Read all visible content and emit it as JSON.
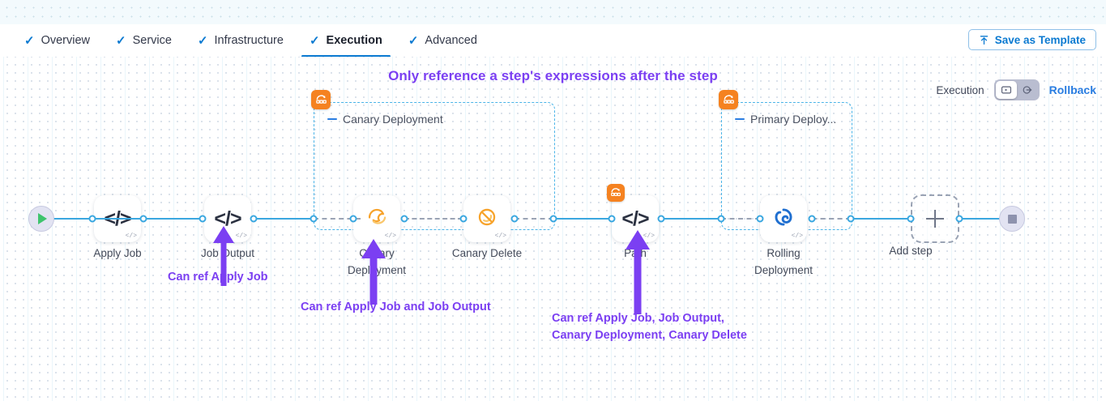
{
  "tabs": [
    {
      "label": "Overview",
      "active": false,
      "check": "✓"
    },
    {
      "label": "Service",
      "active": false,
      "check": "✓"
    },
    {
      "label": "Infrastructure",
      "active": false,
      "check": "✓"
    },
    {
      "label": "Execution",
      "active": true,
      "check": "✓"
    },
    {
      "label": "Advanced",
      "active": false,
      "check": "✓"
    }
  ],
  "toolbar": {
    "save_label": "Save as Template",
    "save_icon": "upload-icon"
  },
  "canvas": {
    "heading": "Only reference a step's expressions after the step",
    "execution_label": "Execution",
    "rollback_label": "Rollback",
    "toggle": {
      "left_icon": "execution-view-icon",
      "right_icon": "rollback-view-icon",
      "selected": "execution-view-icon"
    }
  },
  "pipeline": {
    "start_node": {
      "name": "start-node",
      "icon": "play-icon"
    },
    "end_node": {
      "name": "end-node",
      "icon": "stop-icon"
    },
    "add_step": {
      "label": "Add step",
      "icon": "plus-icon"
    },
    "steps": [
      {
        "id": "apply-job",
        "label": "Apply Job",
        "icon": "code-icon",
        "glyph": "</>",
        "mini": "</>"
      },
      {
        "id": "job-output",
        "label": "Job Output",
        "icon": "code-icon",
        "glyph": "</>",
        "mini": "</>"
      },
      {
        "id": "canary-deployment",
        "label": "Canary\nDeployment",
        "icon": "canary-bird-icon",
        "mini": "</>"
      },
      {
        "id": "canary-delete",
        "label": "Canary Delete",
        "icon": "canary-bird-delete-icon",
        "mini": "</>"
      },
      {
        "id": "path",
        "label": "Path",
        "icon": "code-icon",
        "glyph": "</>",
        "mini": "</>",
        "badge": "step-group-icon"
      },
      {
        "id": "rolling-deployment",
        "label": "Rolling\nDeployment",
        "icon": "rolling-deployment-icon",
        "mini": "</>"
      }
    ],
    "groups": [
      {
        "id": "canary-deployment-group",
        "title": "Canary Deployment",
        "badge": "step-group-icon"
      },
      {
        "id": "primary-deployment-group",
        "title": "Primary Deploy...",
        "badge": "step-group-icon"
      }
    ]
  },
  "annotations": [
    {
      "id": "annotation-job-output",
      "text": "Can ref Apply Job"
    },
    {
      "id": "annotation-canary-deployment",
      "text": "Can ref Apply Job and Job Output"
    },
    {
      "id": "annotation-path",
      "text": "Can ref Apply Job, Job Output,\nCanary Deployment, Canary Delete"
    }
  ],
  "colors": {
    "accent_blue": "#0b7ad1",
    "link_blue": "#3aa7e0",
    "annotation_purple": "#7b3ff2",
    "group_orange": "#f58220",
    "group_border": "#4ab4e8"
  }
}
